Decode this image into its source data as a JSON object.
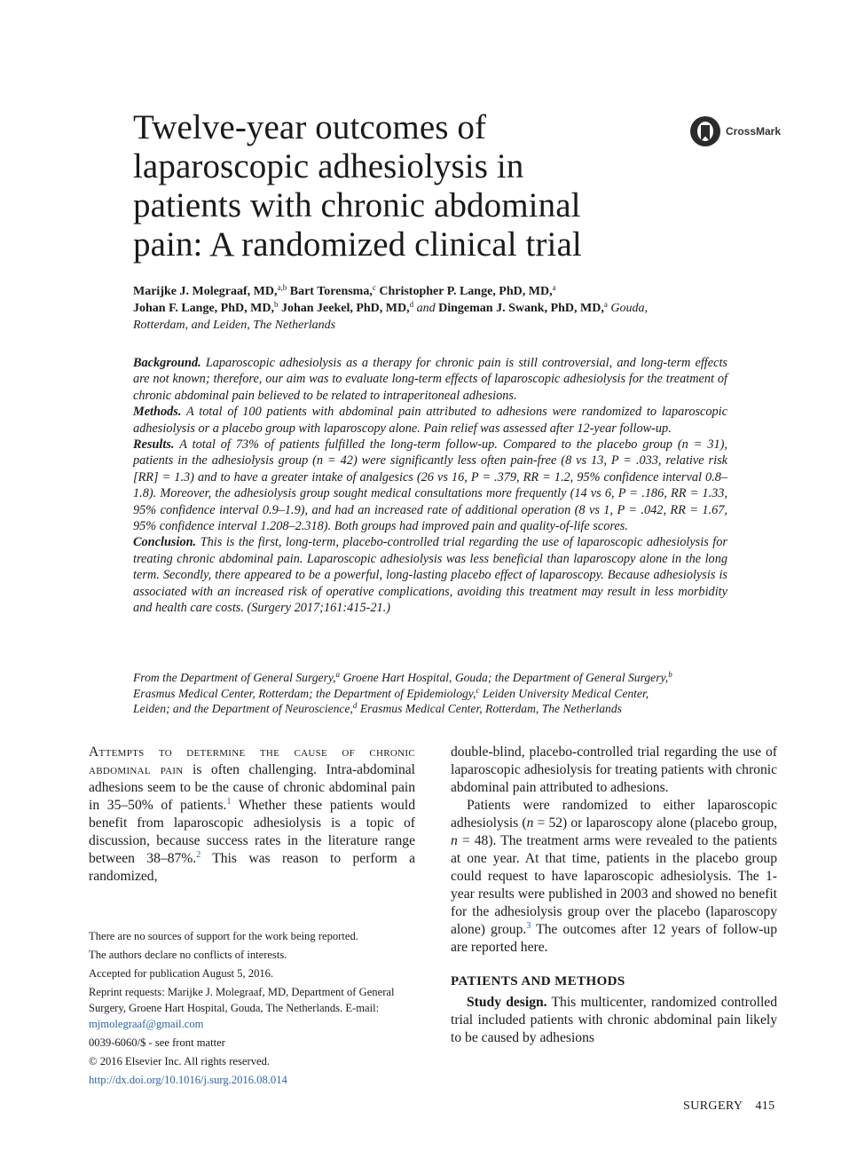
{
  "title_lines": [
    "Twelve-year outcomes of",
    "laparoscopic adhesiolysis in",
    "patients with chronic abdominal",
    "pain: A randomized clinical trial"
  ],
  "crossmark_label": "CrossMark",
  "authors": {
    "a1": "Marijke J. Molegraaf, MD,",
    "a1_sup": "a,b",
    "a2": "Bart Torensma,",
    "a2_sup": "c",
    "a3": "Christopher P. Lange, PhD, MD,",
    "a3_sup": "a",
    "a4": "Johan F. Lange, PhD, MD,",
    "a4_sup": "b",
    "a5": "Johan Jeekel, PhD, MD,",
    "a5_sup": "d",
    "and": "and",
    "a6": "Dingeman J. Swank, PhD, MD,",
    "a6_sup": "a",
    "loc1": "Gouda,",
    "loc2": "Rotterdam, and Leiden, The Netherlands"
  },
  "abstract": {
    "background_head": "Background.",
    "background": "Laparoscopic adhesiolysis as a therapy for chronic pain is still controversial, and long-term effects are not known; therefore, our aim was to evaluate long-term effects of laparoscopic adhesiolysis for the treatment of chronic abdominal pain believed to be related to intraperitoneal adhesions.",
    "methods_head": "Methods.",
    "methods": "A total of 100 patients with abdominal pain attributed to adhesions were randomized to laparoscopic adhesiolysis or a placebo group with laparoscopy alone. Pain relief was assessed after 12-year follow-up.",
    "results_head": "Results.",
    "results": "A total of 73% of patients fulfilled the long-term follow-up. Compared to the placebo group (n = 31), patients in the adhesiolysis group (n = 42) were significantly less often pain-free (8 vs 13, P = .033, relative risk [RR] = 1.3) and to have a greater intake of analgesics (26 vs 16, P = .379, RR = 1.2, 95% confidence interval 0.8–1.8). Moreover, the adhesiolysis group sought medical consultations more frequently (14 vs 6, P = .186, RR = 1.33, 95% confidence interval 0.9–1.9), and had an increased rate of additional operation (8 vs 1, P = .042, RR = 1.67, 95% confidence interval 1.208–2.318). Both groups had improved pain and quality-of-life scores.",
    "conclusion_head": "Conclusion.",
    "conclusion": "This is the first, long-term, placebo-controlled trial regarding the use of laparoscopic adhesiolysis for treating chronic abdominal pain. Laparoscopic adhesiolysis was less beneficial than laparoscopy alone in the long term. Secondly, there appeared to be a powerful, long-lasting placebo effect of laparoscopy. Because adhesiolysis is associated with an increased risk of operative complications, avoiding this treatment may result in less morbidity and health care costs. (Surgery 2017;161:415-21.)"
  },
  "affiliations": {
    "l1a": "From the Department of General Surgery,",
    "s1": "a",
    "l1b": "Groene Hart Hospital, Gouda; the Department of General Surgery,",
    "s2": "b",
    "l2a": "Erasmus Medical Center, Rotterdam; the Department of Epidemiology,",
    "s3": "c",
    "l2b": "Leiden University Medical Center,",
    "l3a": "Leiden; and the Department of Neuroscience,",
    "s4": "d",
    "l3b": "Erasmus Medical Center, Rotterdam, The Netherlands"
  },
  "col1": {
    "lead_sc": "Attempts to determine the cause of chronic abdominal pain",
    "p1a": "is often challenging. Intra-abdominal adhesions seem to be the cause of chronic abdominal pain in 35–50% of patients.",
    "ref1": "1",
    "p1b": "Whether these patients would benefit from laparoscopic adhesiolysis is a topic of discussion, because success rates in the literature range between 38–87%.",
    "ref2": "2",
    "p1c": "This was reason to perform a randomized,"
  },
  "col2": {
    "p1": "double-blind, placebo-controlled trial regarding the use of laparoscopic adhesiolysis for treating patients with chronic abdominal pain attributed to adhesions.",
    "p2a": "Patients were randomized to either laparoscopic adhesiolysis (",
    "n1": "n",
    "p2b": " = 52) or laparoscopy alone (placebo group, ",
    "n2": "n",
    "p2c": " = 48). The treatment arms were revealed to the patients at one year. At that time, patients in the placebo group could request to have laparoscopic adhesiolysis. The 1-year results were published in 2003 and showed no benefit for the adhesiolysis group over the placebo (laparoscopy alone) group.",
    "ref3": "3",
    "p2d": " The outcomes after 12 years of follow-up are reported here.",
    "section": "PATIENTS AND METHODS",
    "study_head": "Study design.",
    "study": "This multicenter, randomized controlled trial included patients with chronic abdominal pain likely to be caused by adhesions"
  },
  "footnotes": {
    "f1": "There are no sources of support for the work being reported.",
    "f2": "The authors declare no conflicts of interests.",
    "f3": "Accepted for publication August 5, 2016.",
    "f4": "Reprint requests: Marijke J. Molegraaf, MD, Department of General Surgery, Groene Hart Hospital, Gouda, The Netherlands.",
    "f4_email_label": "E-mail:",
    "f4_email": "mjmolegraaf@gmail.com",
    "f5": "0039-6060/$ - see front matter",
    "f6": "© 2016 Elsevier Inc. All rights reserved.",
    "f7": "http://dx.doi.org/10.1016/j.surg.2016.08.014"
  },
  "footer": {
    "journal": "SURGERY",
    "page": "415"
  },
  "colors": {
    "link": "#2a64a8",
    "text": "#1a1a1a"
  }
}
